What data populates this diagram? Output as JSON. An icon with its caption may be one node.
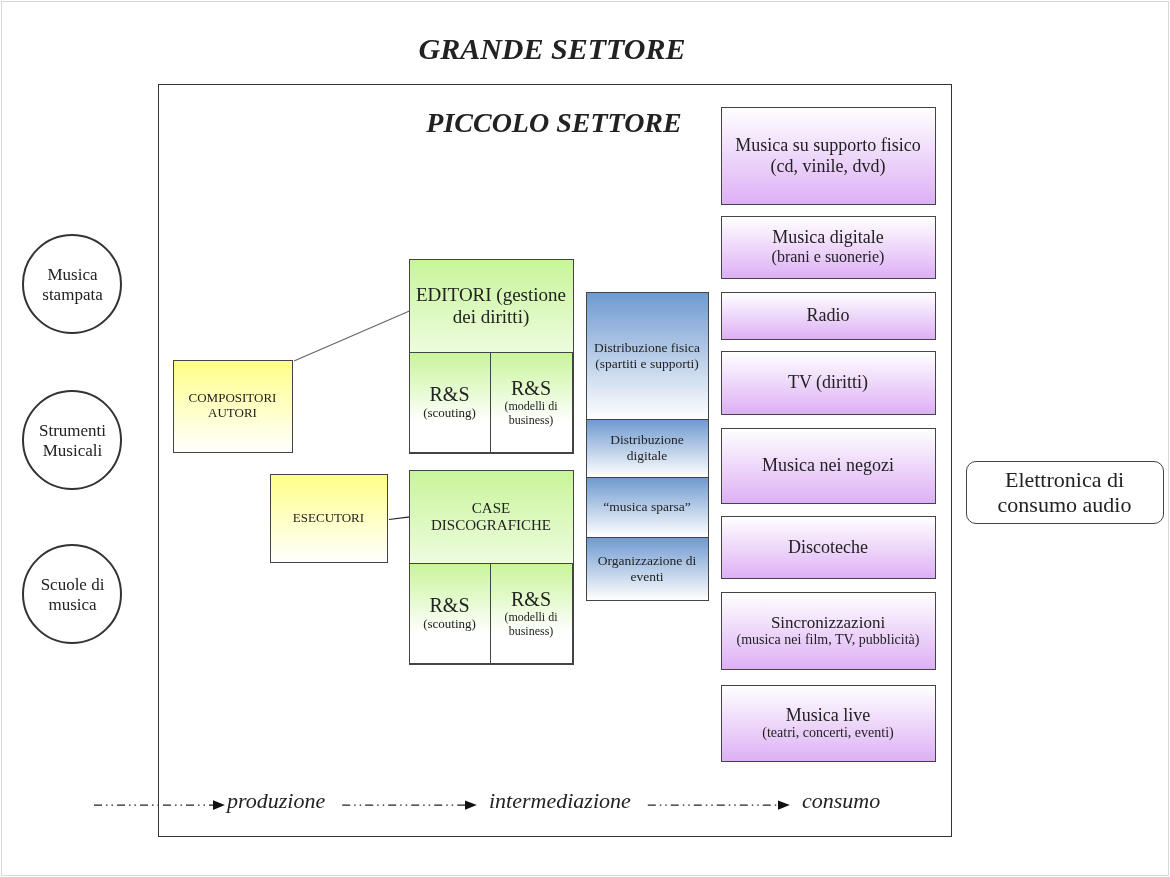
{
  "diagram": {
    "title": "GRANDE SETTORE",
    "nodes": [
      {
        "text": [
          "PICCOLO SETTORE"
        ]
      },
      {
        "text": [
          "Musica stampata"
        ]
      },
      {
        "text": [
          "Strumenti Musicali"
        ]
      },
      {
        "text": [
          "Scuole di musica"
        ]
      },
      {
        "text": [
          "COMPOSITORI AUTORI"
        ],
        "in": 0
      },
      {
        "text": [
          "EDITORI (gestione dei diritti)"
        ],
        "in": 0
      },
      {
        "text": [
          "R&S",
          "(scouting)"
        ],
        "in": 5
      },
      {
        "text": [
          "R&S",
          "(modelli di business)"
        ],
        "in": 5
      },
      {
        "text": [
          "ESECUTORI"
        ],
        "in": 0
      },
      {
        "text": [
          "CASE DISCOGRAFICHE"
        ],
        "in": 0
      },
      {
        "text": [
          "R&S",
          "(scouting)"
        ],
        "in": 9
      },
      {
        "text": [
          "R&S",
          "(modelli di business)"
        ],
        "in": 9
      },
      {
        "text": [
          "Distribuzione fisica (spartiti e supporti)"
        ],
        "in": 0
      },
      {
        "text": [
          "Distribuzione digitale"
        ],
        "in": 0
      },
      {
        "text": [
          "“musica sparsa”"
        ],
        "in": 0
      },
      {
        "text": [
          "Organizzazione di eventi"
        ],
        "in": 0
      },
      {
        "text": [
          "Musica su supporto fisico (cd, vinile, dvd)"
        ],
        "in": 0
      },
      {
        "text": [
          "Musica digitale",
          "(brani e suonerie)"
        ],
        "in": 0
      },
      {
        "text": [
          "Radio"
        ],
        "in": 0
      },
      {
        "text": [
          "TV (diritti)"
        ],
        "in": 0
      },
      {
        "text": [
          "Musica nei negozi"
        ],
        "in": 0
      },
      {
        "text": [
          "Discoteche"
        ],
        "in": 0
      },
      {
        "text": [
          "Sincronizzazioni",
          "(musica nei film, TV, pubblicità)"
        ],
        "in": 0
      },
      {
        "text": [
          "Musica live",
          "(teatri, concerti, eventi)"
        ],
        "in": 0
      },
      {
        "text": [
          "Elettronica di consumo audio"
        ]
      },
      {
        "text": [
          "produzione"
        ],
        "in": 0
      },
      {
        "text": [
          "intermediazione"
        ],
        "in": 0
      },
      {
        "text": [
          "consumo"
        ],
        "in": 0
      }
    ],
    "edges": [
      {
        "from": 4,
        "to": 5,
        "arrow": "none"
      },
      {
        "from": 8,
        "to": 9,
        "arrow": "none"
      },
      {
        "from": null,
        "to": 25,
        "arrow": "to",
        "style": "dashed"
      },
      {
        "from": 25,
        "to": 26,
        "arrow": "to",
        "style": "dashed"
      },
      {
        "from": 26,
        "to": 27,
        "arrow": "to",
        "style": "dashed"
      }
    ]
  }
}
